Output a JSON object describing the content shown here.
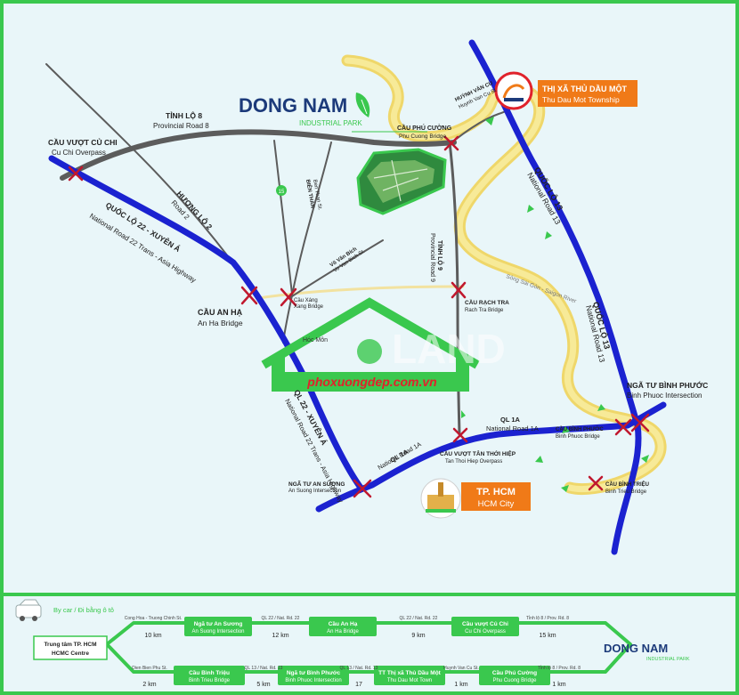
{
  "brand": {
    "name": "DONG NAM",
    "sub": "INDUSTRIAL PARK",
    "watermark": "phoxuongdep.com.vn",
    "faint_brand": "LAND"
  },
  "colors": {
    "frame": "#3ac84e",
    "sea": "#e9f6f9",
    "highway": "#1b22d0",
    "road": "#5a5a5a",
    "river": "#f2e06a",
    "accent_green": "#3ac84e",
    "orange": "#f07a18",
    "navy": "#1c3a7a"
  },
  "places": {
    "cu_chi": {
      "vn": "CẦU VƯỢT CỦ CHI",
      "en": "Cu Chi Overpass"
    },
    "tinh_lo_8": {
      "vn": "TỈNH LỘ 8",
      "en": "Provincial Road 8"
    },
    "huong_lo_2": {
      "vn": "HƯƠNG LỘ 2",
      "en": "Road 2"
    },
    "ql22": {
      "vn": "QUỐC LỘ 22 - XUYÊN Á",
      "en": "National Road 22  Trans - Asia Highway"
    },
    "cau_an_ha": {
      "vn": "CẦU AN HẠ",
      "en": "An Ha Bridge"
    },
    "cau_xang": {
      "vn": "Cầu Xáng",
      "en": "Xang Bridge"
    },
    "bien_than": {
      "vn": "BIÊN THAN",
      "en": "Ben Than St."
    },
    "vo_van_bich": {
      "vn": "Võ Văn Bích",
      "en": "Vo Van Bich St."
    },
    "road_15_badge": "15",
    "phu_cuong": {
      "vn": "CẦU PHÚ CƯỜNG",
      "en": "Phu Cuong Bridge"
    },
    "huynh_van_cu": {
      "vn": "HUỲNH VĂN CÙ",
      "en": "Huynh Van Cu St."
    },
    "thu_dau_mot": {
      "vn": "THỊ XÃ THỦ DẦU MỘT",
      "en": "Thu Dau Mot Township"
    },
    "ql13_top": {
      "vn": "QUỐC LỘ 13",
      "en": "National Road 13"
    },
    "ql13_mid": {
      "vn": "QUỐC LỘ 13",
      "en": "National Road 13"
    },
    "tinh_lo_9": {
      "vn": "TỈNH LỘ 9",
      "en": "Provincial Road 9"
    },
    "song_sai_gon": "Sông Sài Gòn - Saigon River",
    "rach_tra": {
      "vn": "CẦU RẠCH TRA",
      "en": "Rach Tra Bridge"
    },
    "binh_phuoc_int": {
      "vn": "NGÃ TƯ BÌNH PHƯỚC",
      "en": "Binh Phuoc Intersection"
    },
    "cau_binh_phuoc": {
      "vn": "CẦU BÌNH PHƯỚC",
      "en": "Binh Phuoc Bridge"
    },
    "cau_binh_trieu": {
      "vn": "CẦU BÌNH TRIỆU",
      "en": "Binh Trieu Bridge"
    },
    "ql1a_right": {
      "vn": "QL 1A",
      "en": "National Road 1A"
    },
    "ql1a_left": {
      "vn": "QL 1A",
      "en": "National Road 1A"
    },
    "tan_thoi_hiep": {
      "vn": "CẦU VƯỢT TÂN THỚI HIỆP",
      "en": "Tan Thoi Hiep Overpass"
    },
    "an_suong": {
      "vn": "NGÃ TƯ AN SƯƠNG",
      "en": "An Suong Intersection"
    },
    "ql22_lower": {
      "vn": "QL 22 - XUYÊN Á",
      "en": "National Road 22  Trans - Asia Highway"
    },
    "hcm": {
      "vn": "TP. HCM",
      "en": "HCM City"
    },
    "hoc_mon": "Hóc Môn"
  },
  "route": {
    "mode": "By car / Đi bằng ô tô",
    "start": {
      "vn": "Trung tâm TP. HCM",
      "en": "HCMC Centre"
    },
    "top_nodes": [
      {
        "vn": "Ngã tư An Sương",
        "en": "An Suong Intersection"
      },
      {
        "vn": "Cầu An Hạ",
        "en": "An Ha Bridge"
      },
      {
        "vn": "Cầu vượt Củ Chi",
        "en": "Cu Chi Overpass"
      }
    ],
    "top_roads": [
      "Cong Hoa - Truong Chinh St.",
      "QL 22 / Nat. Rd. 22",
      "QL 22 / Nat. Rd. 22",
      "Tỉnh lộ 8 / Prov. Rd. 8"
    ],
    "top_dists": [
      "10 km",
      "12 km",
      "9 km",
      "15 km"
    ],
    "bottom_nodes": [
      {
        "vn": "Cầu Bình Triệu",
        "en": "Binh Trieu Bridge"
      },
      {
        "vn": "Ngã tư Bình Phước",
        "en": "Binh Phuoc Intersection"
      },
      {
        "vn": "TT Thị xã Thủ Dầu Một",
        "en": "Thu Dau Mot Town"
      },
      {
        "vn": "Cầu Phú Cường",
        "en": "Phu Cuong Bridge"
      }
    ],
    "bottom_roads": [
      "Dien Bien Phu St.",
      "QL 13 / Nat. Rd. 13",
      "QL 13 / Nat. Rd. 13",
      "Huynh Van Cu St.",
      "Tỉnh lộ 8 / Prov. Rd. 8"
    ],
    "bottom_dists": [
      "2 km",
      "5 km",
      "17",
      "1 km",
      "1 km"
    ]
  }
}
